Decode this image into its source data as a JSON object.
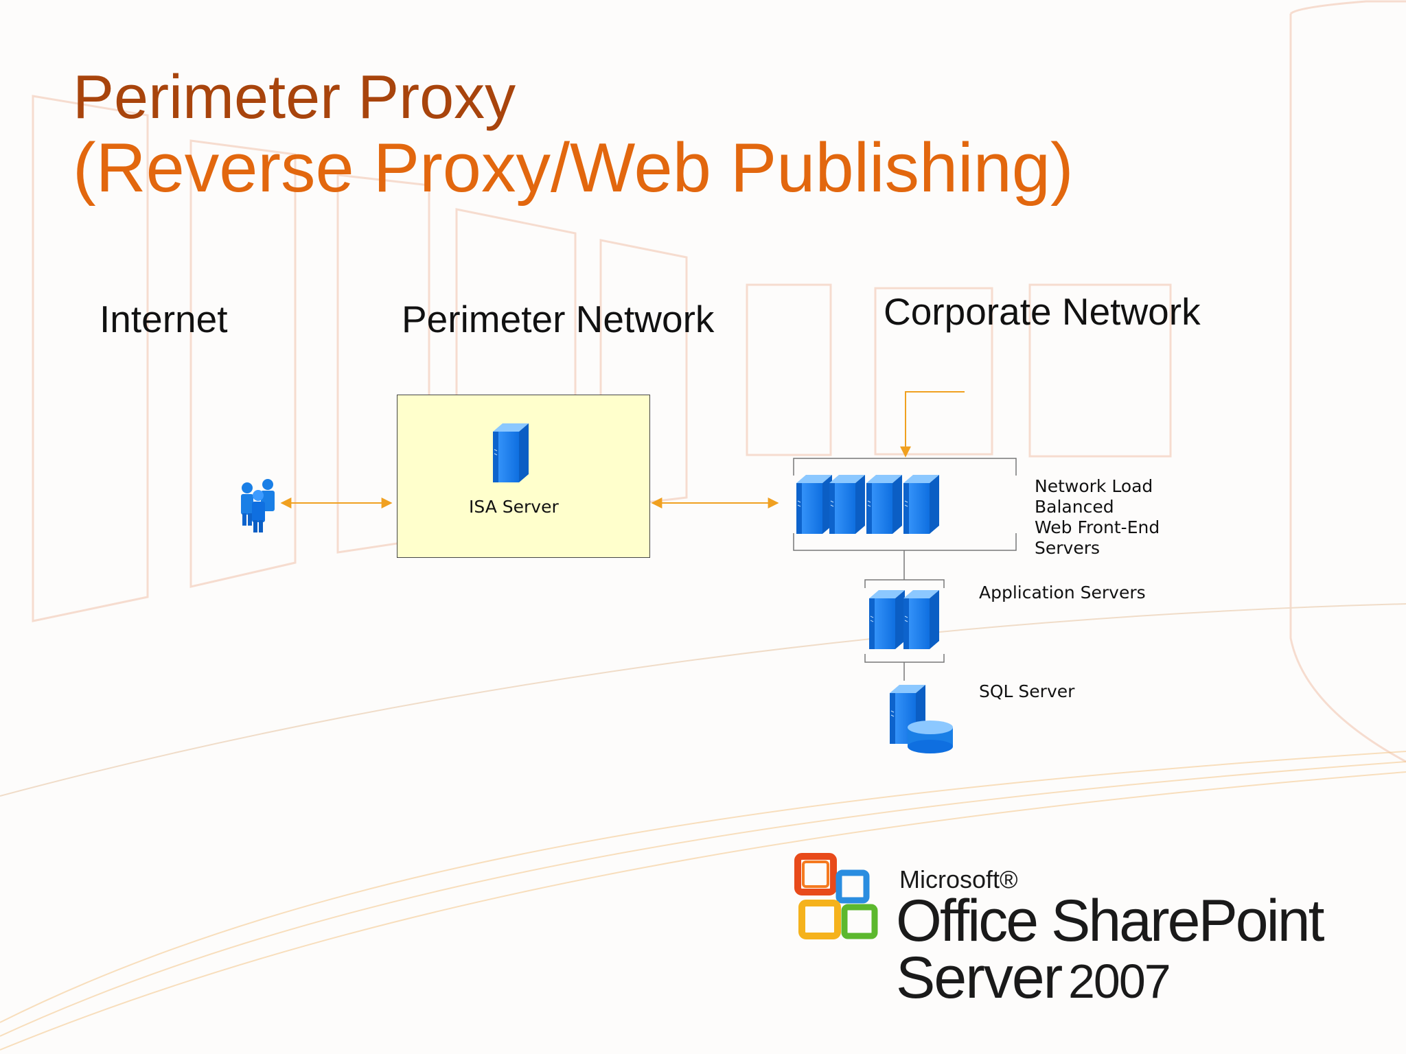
{
  "title": {
    "line1": "Perimeter Proxy",
    "line2": "(Reverse Proxy/Web Publishing)"
  },
  "zones": {
    "internet": "Internet",
    "perimeter": "Perimeter Network",
    "corporate": "Corporate Network"
  },
  "nodes": {
    "isa_server": "ISA Server",
    "nlb_line1": "Network Load",
    "nlb_line2": "Balanced",
    "nlb_line3": "Web Front-End",
    "nlb_line4": "Servers",
    "app_servers": "Application Servers",
    "sql_server": "SQL Server"
  },
  "logo": {
    "microsoft": "Microsoft®",
    "product": "Office SharePoint",
    "server": "Server",
    "year": "2007"
  },
  "icons": [
    "users-icon",
    "server-icon",
    "database-icon",
    "office-logo-icon"
  ],
  "colors": {
    "title_dark": "#a8440c",
    "title_light": "#e2670e",
    "arrow": "#f0a020",
    "server_blue": "#1a7fe6",
    "isa_fill": "#ffffcc"
  }
}
